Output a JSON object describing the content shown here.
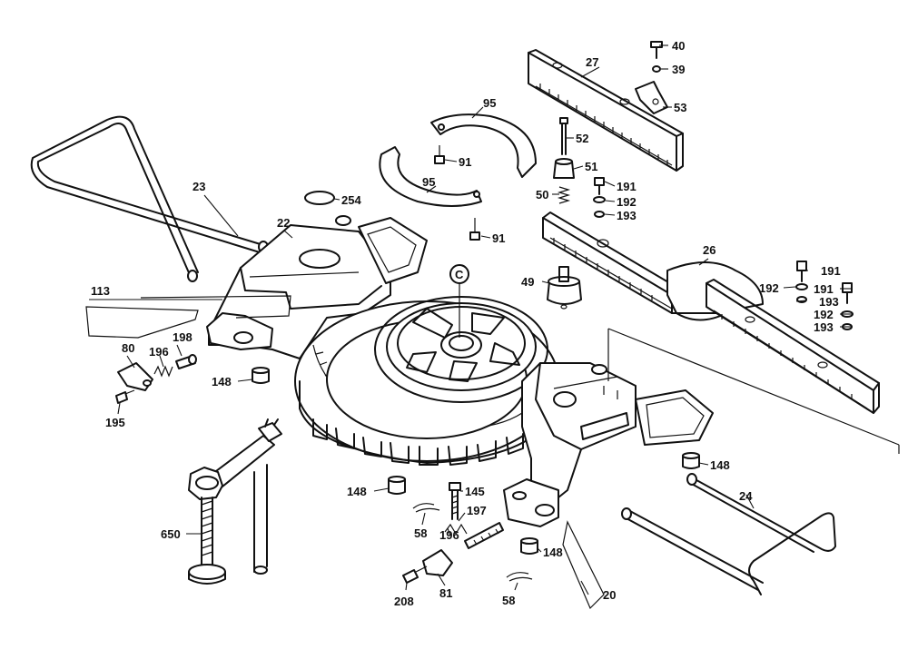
{
  "callouts": {
    "c40": "40",
    "c39": "39",
    "c27": "27",
    "c53": "53",
    "c95a": "95",
    "c52": "52",
    "c91a": "91",
    "c51": "51",
    "c191a": "191",
    "c95b": "95",
    "c50": "50",
    "c192a": "192",
    "c193a": "193",
    "c23": "23",
    "c254": "254",
    "c22": "22",
    "c91b": "91",
    "c26": "26",
    "c191b": "191",
    "c49": "49",
    "c192b": "192",
    "c191c": "191",
    "c193b": "193",
    "c192c": "192",
    "c113": "113",
    "c193c": "193",
    "cC": "C",
    "c198": "198",
    "c80": "80",
    "c196a": "196",
    "c148a": "148",
    "c195": "195",
    "c148b": "148",
    "c24": "24",
    "c148c": "148",
    "c145": "145",
    "c650": "650",
    "c197": "197",
    "c58a": "58",
    "c196b": "196",
    "c148d": "148",
    "c20": "20",
    "c208": "208",
    "c81": "81",
    "c58b": "58"
  }
}
